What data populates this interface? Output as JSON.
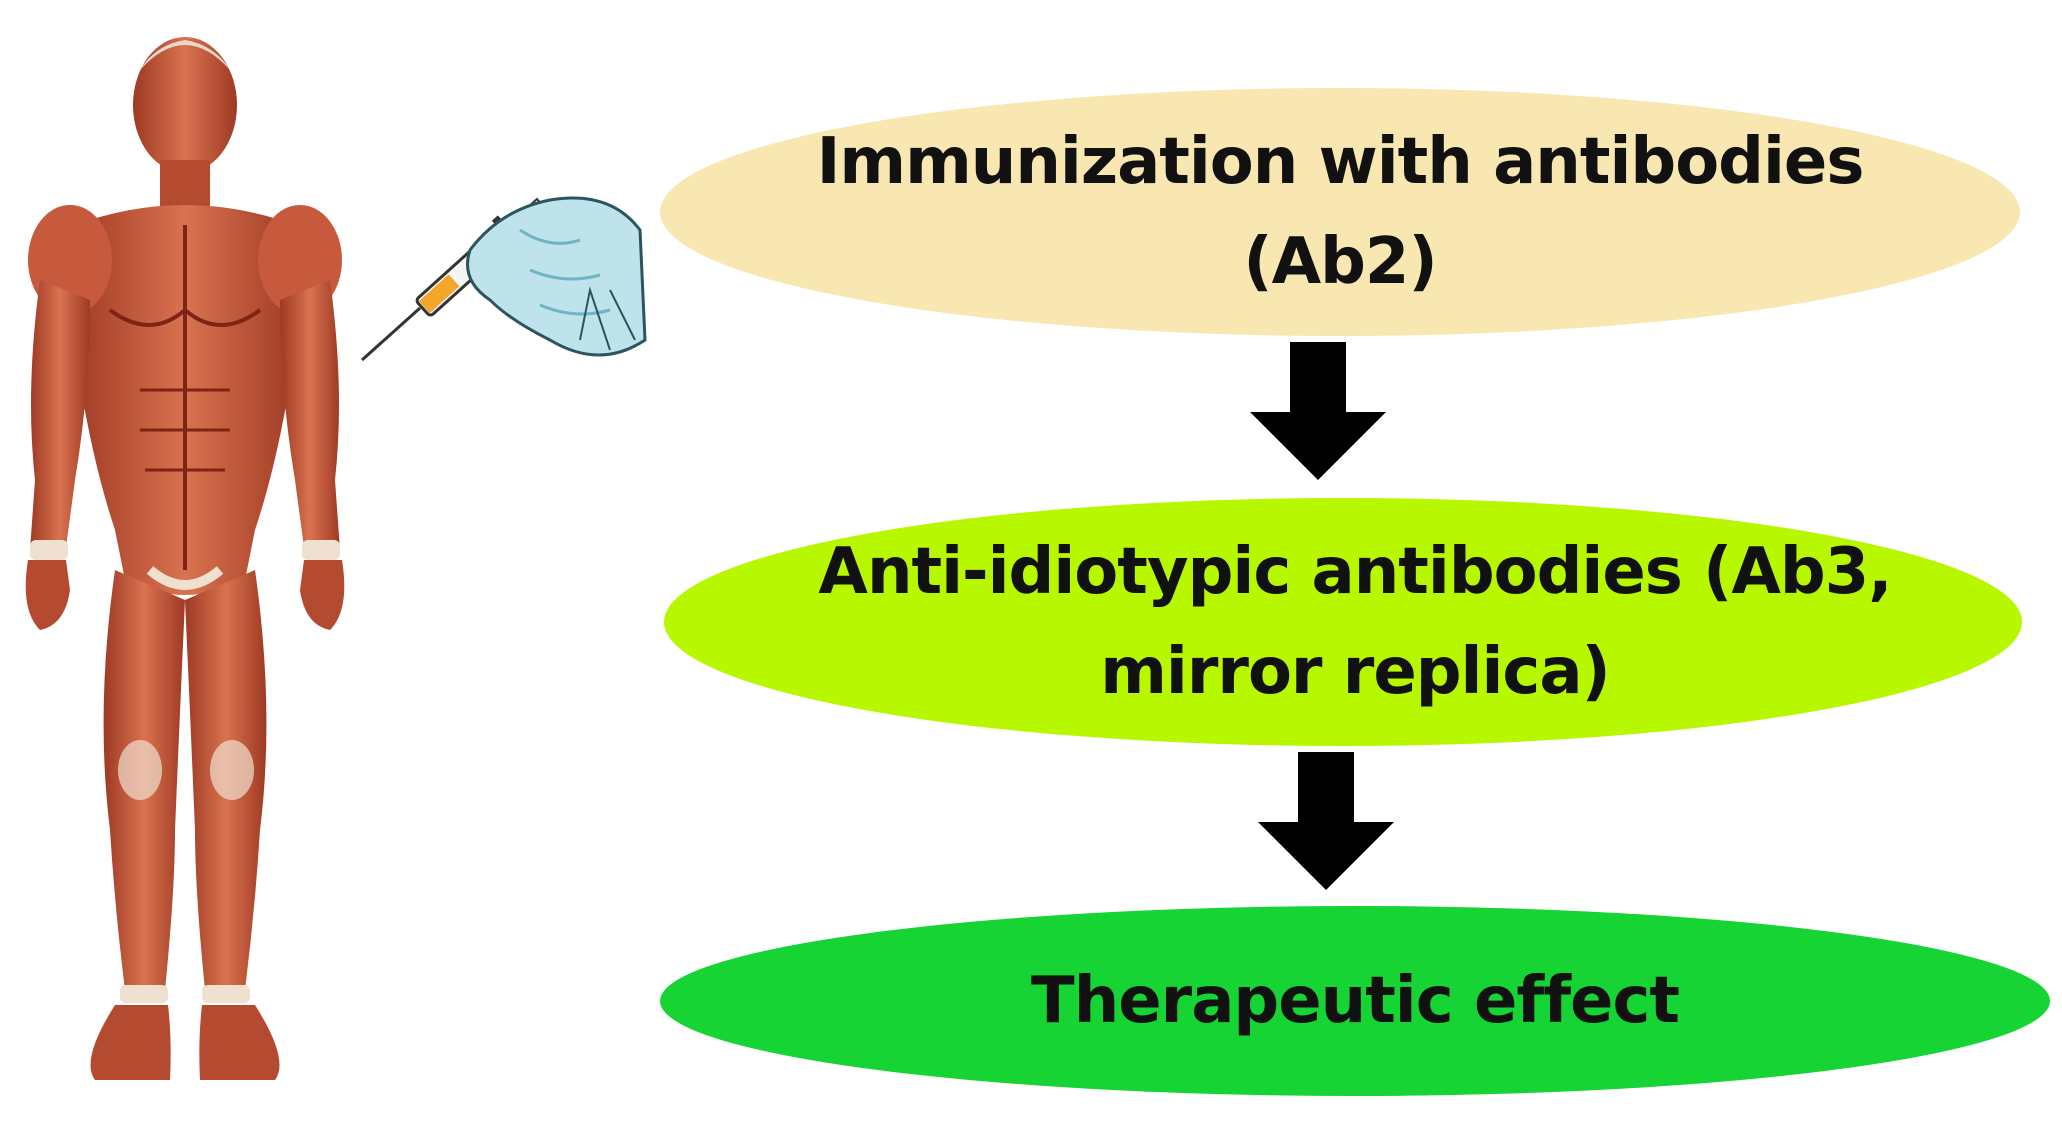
{
  "steps": [
    {
      "id": "immunization",
      "line1": "Immunization with antibodies",
      "line2": "(Ab2)",
      "color": "#F8E7B0"
    },
    {
      "id": "anti-idiotypic",
      "line1": "Anti-idiotypic antibodies (Ab3,",
      "line2": "mirror replica)",
      "color": "#B7F700"
    },
    {
      "id": "therapeutic",
      "line1": "Therapeutic effect",
      "color": "#16D433"
    }
  ],
  "colors": {
    "arrow": "#000000",
    "muscle": "#C8553A",
    "muscle_dark": "#8E2E1C",
    "tendon": "#F2E2D2",
    "glove": "#BFE3EA",
    "glove_shade": "#6FB4C4",
    "syringe_fluid": "#F2A72B"
  },
  "icons": {
    "human": "human-muscle-anatomy-figure",
    "syringe": "gloved-hand-syringe-icon"
  }
}
